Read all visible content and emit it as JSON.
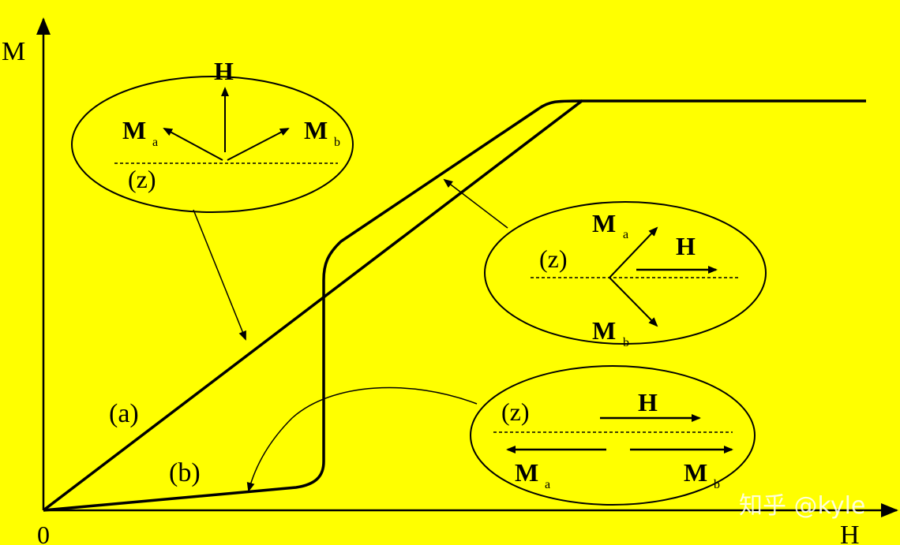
{
  "axes": {
    "y_label": "M",
    "x_label": "H",
    "origin_label": "0"
  },
  "curves": {
    "a_label": "(a)",
    "b_label": "(b)"
  },
  "top_ellipse": {
    "h": "H",
    "ma": "M",
    "ma_sub": "a",
    "mb": "M",
    "mb_sub": "b",
    "z": "(z)"
  },
  "mid_ellipse": {
    "h": "H",
    "ma": "M",
    "ma_sub": "a",
    "mb": "M",
    "mb_sub": "b",
    "z": "(z)"
  },
  "bottom_ellipse": {
    "h": "H",
    "ma": "M",
    "ma_sub": "a",
    "mb": "M",
    "mb_sub": "b",
    "z": "(z)"
  },
  "watermark": "知乎 @kyle",
  "colors": {
    "background": "#ffff00",
    "ink": "#000000"
  }
}
